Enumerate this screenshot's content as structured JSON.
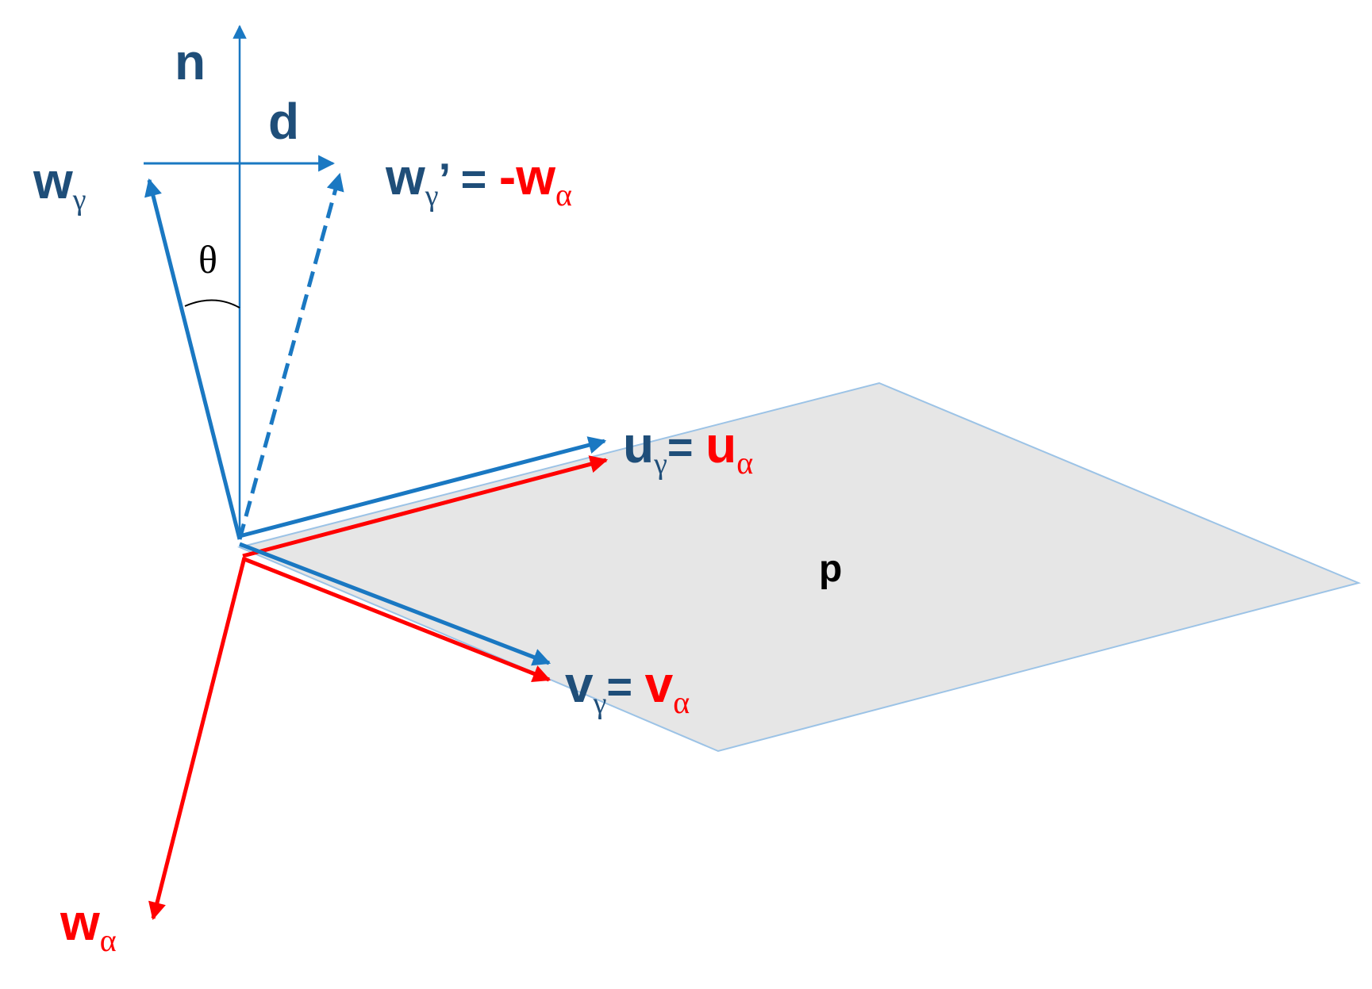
{
  "colors": {
    "blue": "#1a78c2",
    "dark_blue": "#1f4e79",
    "red": "#ff0000",
    "plane_fill": "#e6e6e6",
    "plane_edge": "#9cc3e6",
    "black": "#000000"
  },
  "labels": {
    "n": "n",
    "d": "d",
    "theta": "θ",
    "p": "p",
    "w_gamma": {
      "main": "w",
      "sub": "γ"
    },
    "w_gamma_prime": {
      "main": "w",
      "sub": "γ",
      "rest": "’ = ",
      "neg": "-w",
      "sub2": "α"
    },
    "u_eq": {
      "main": "u",
      "sub": "γ",
      "eq": "= ",
      "rhs": "u",
      "sub2": "α"
    },
    "v_eq": {
      "main": "v",
      "sub": "γ",
      "eq": "= ",
      "rhs": "v",
      "sub2": "α"
    },
    "w_alpha": {
      "main": "w",
      "sub": "α"
    }
  }
}
